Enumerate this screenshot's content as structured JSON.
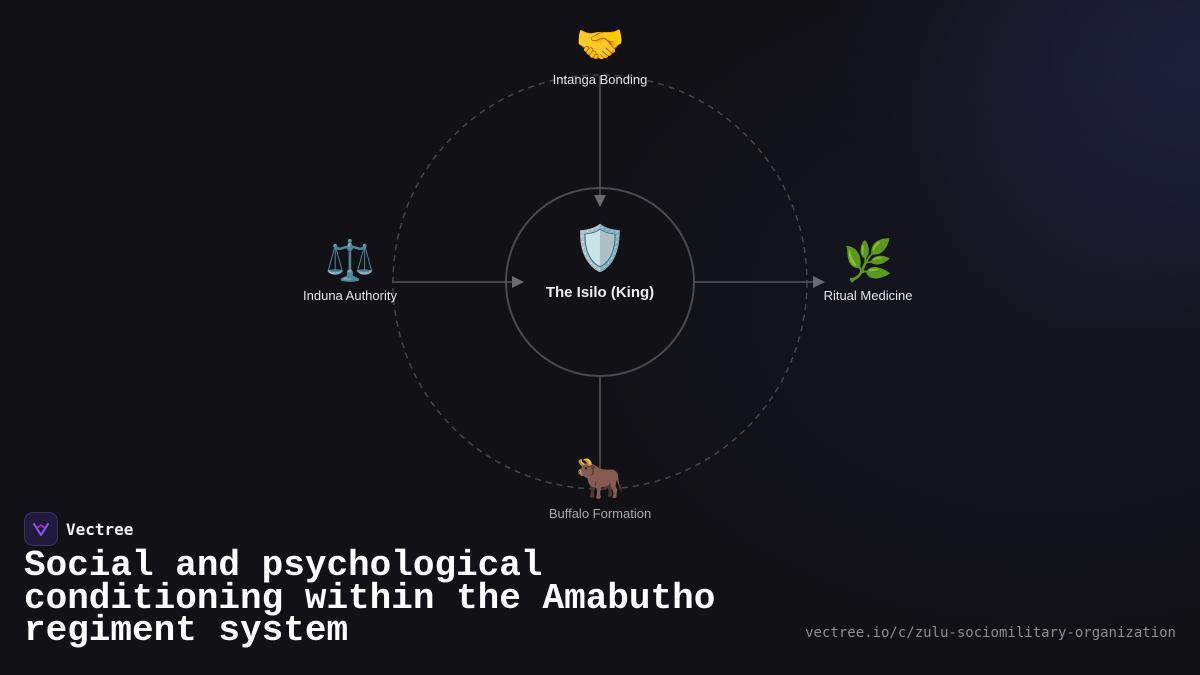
{
  "diagram": {
    "center": {
      "icon": "shield-icon",
      "emoji": "🛡️",
      "label": "The Isilo (King)"
    },
    "top": {
      "icon": "handshake-icon",
      "emoji": "🤝",
      "label": "Intanga Bonding"
    },
    "left": {
      "icon": "balance-scale-icon",
      "emoji": "⚖️",
      "label": "Induna Authority"
    },
    "right": {
      "icon": "herb-icon",
      "emoji": "🌿",
      "label": "Ritual Medicine"
    },
    "bottom": {
      "icon": "ox-icon",
      "emoji": "🐂",
      "label": "Buffalo Formation"
    }
  },
  "brand": {
    "name": "Vectree",
    "accent": "#8b5cf6"
  },
  "title": "Social and psychological conditioning within the Amabutho regiment system",
  "url": "vectree.io/c/zulu-sociomilitary-organization"
}
